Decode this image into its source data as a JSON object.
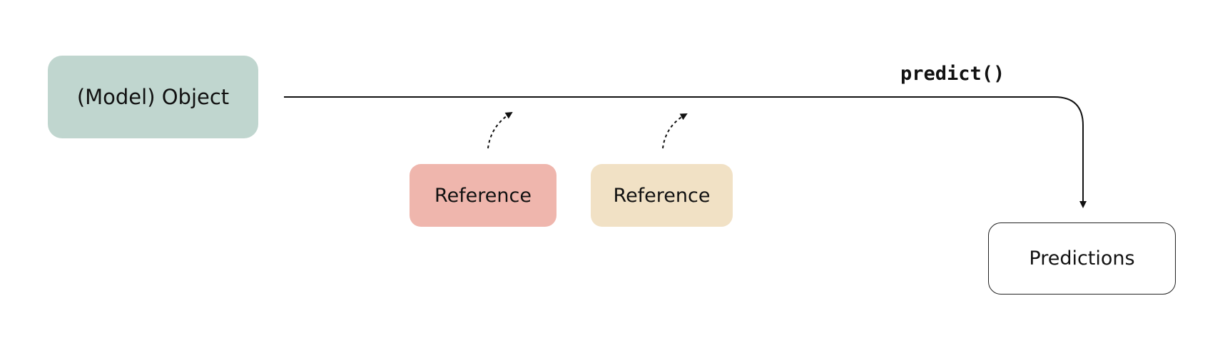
{
  "nodes": {
    "model_object": {
      "label": "(Model) Object",
      "color": "#c0d6cf"
    },
    "reference_1": {
      "label": "Reference",
      "color": "#efb6ad"
    },
    "reference_2": {
      "label": "Reference",
      "color": "#f1e1c5"
    },
    "predictions": {
      "label": "Predictions",
      "color": "#ffffff"
    }
  },
  "edges": {
    "main_flow": {
      "from": "model_object",
      "to": "predictions",
      "label": "predict()"
    },
    "ref_1_link": {
      "from": "reference_1",
      "to": "main_flow",
      "style": "dotted"
    },
    "ref_2_link": {
      "from": "reference_2",
      "to": "main_flow",
      "style": "dotted"
    }
  }
}
